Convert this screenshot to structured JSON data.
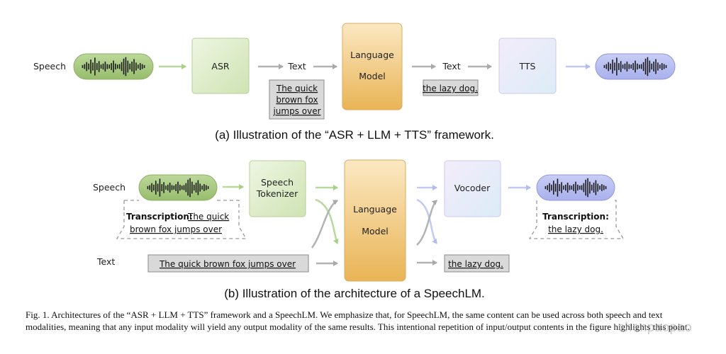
{
  "top": {
    "speech_label": "Speech",
    "asr_label": "ASR",
    "text_label_1": "Text",
    "lm_label_1": "Language",
    "lm_label_2": "Model",
    "text_label_2": "Text",
    "tts_label": "TTS",
    "input_text_lines": [
      "The quick",
      "brown fox",
      "jumps over"
    ],
    "output_text": "the lazy dog.",
    "caption": "(a) Illustration of the “ASR + LLM + TTS” framework."
  },
  "bottom": {
    "speech_label": "Speech",
    "text_label": "Text",
    "tokenizer_label_1": "Speech",
    "tokenizer_label_2": "Tokenizer",
    "lm_label_1": "Language",
    "lm_label_2": "Model",
    "vocoder_label": "Vocoder",
    "transcription_in_title": "Transcription:",
    "transcription_in_text_1": "The quick",
    "transcription_in_text_2": "brown fox jumps over",
    "transcription_out_title": "Transcription:",
    "transcription_out_text": "the lazy dog.",
    "input_text": "The quick brown fox jumps over",
    "output_text": "the lazy dog.",
    "caption": "(b) Illustration of the architecture of a SpeechLM."
  },
  "figure_caption": "Fig. 1.  Architectures of the “ASR + LLM + TTS” framework and a SpeechLM. We emphasize that, for SpeechLM, the same content can be used across both speech and text modalities, meaning that any input modality will yield any output modality of the same results. This intentional repetition of input/output contents in the figure highlights this point.",
  "watermark": "chenpaopao",
  "colors": {
    "green_box": "#dcebc8",
    "green_wave": "#a8c97f",
    "orange_box": "#f2c470",
    "purple_box": "#e8e4f8",
    "blue_wave": "#b7bdf0",
    "gray_box": "#d9d9d9",
    "arrow_gray": "#b3b3b3",
    "arrow_green": "#b9d89b",
    "arrow_blue": "#c2c9f2"
  }
}
